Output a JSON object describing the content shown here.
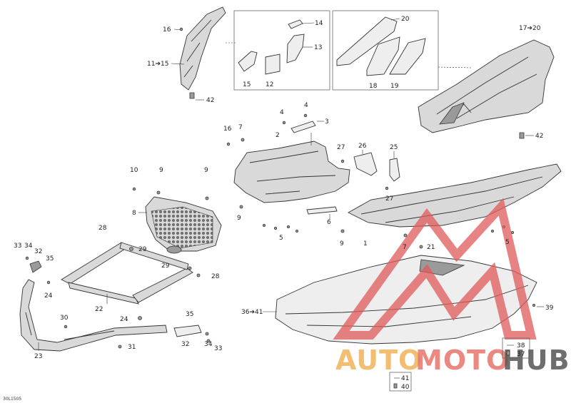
{
  "callouts": {
    "c1": "1",
    "c2": "2",
    "c3": "3",
    "c4a": "4",
    "c4b": "4",
    "c5a": "5",
    "c5b": "5",
    "c6": "6",
    "c7a": "7",
    "c7b": "7",
    "c8": "8",
    "c9a": "9",
    "c9b": "9",
    "c9c": "9",
    "c9d": "9",
    "c10": "10",
    "c11_15": "11➔15",
    "c12": "12",
    "c13": "13",
    "c14": "14",
    "c15": "15",
    "c16a": "16",
    "c16b": "16",
    "c17_20": "17➔20",
    "c18": "18",
    "c19": "19",
    "c20": "20",
    "c21": "21",
    "c22": "22",
    "c23": "23",
    "c24a": "24",
    "c24b": "24",
    "c25": "25",
    "c26": "26",
    "c27a": "27",
    "c27b": "27",
    "c28a": "28",
    "c28b": "28",
    "c29a": "29",
    "c29b": "29",
    "c30": "30",
    "c31": "31",
    "c32a": "32",
    "c32b": "32",
    "c33a": "33",
    "c33b": "33",
    "c34a": "34",
    "c34b": "34",
    "c35a": "35",
    "c35b": "35",
    "c36_41": "36➔41",
    "c37": "37",
    "c38": "38",
    "c39": "39",
    "c40": "40",
    "c41": "41",
    "c42a": "42",
    "c42b": "42"
  },
  "drawing_code": "30L1505",
  "watermark": {
    "text_a": "AUTO",
    "text_b": "MOTO",
    "text_c": "HUB",
    "color_a": "#f2b35a",
    "color_b": "#e8746a",
    "color_c": "#555555",
    "logo_color": "#e05a5a"
  }
}
